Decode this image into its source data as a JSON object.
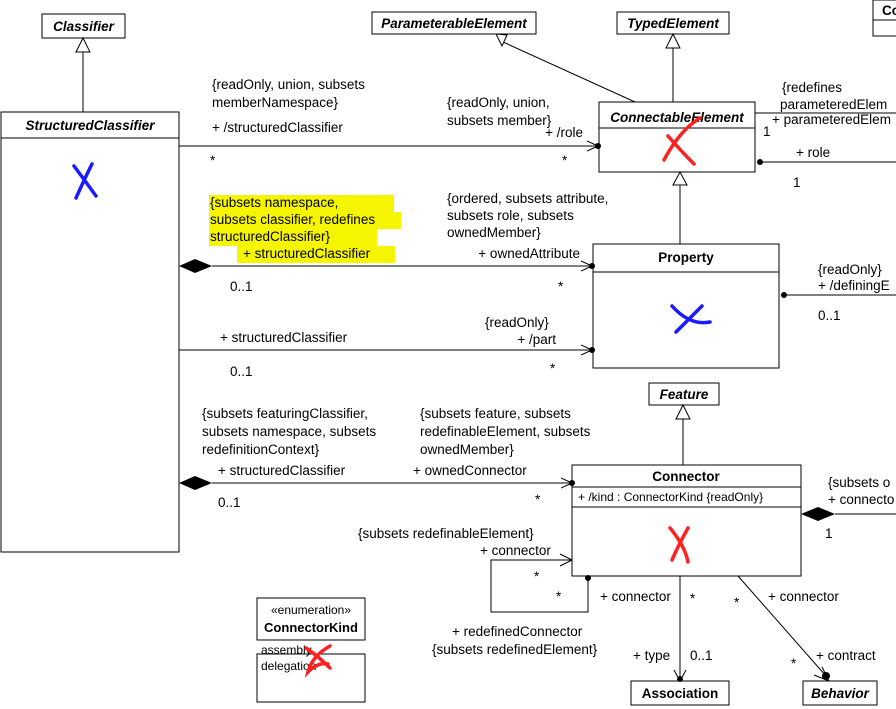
{
  "classes": {
    "classifier": "Classifier",
    "parameterable_element": "ParameterableElement",
    "typed_element": "TypedElement",
    "connectable_element": "ConnectableElement",
    "structured_classifier": "StructuredClassifier",
    "property": "Property",
    "feature": "Feature",
    "connector": "Connector",
    "connector_attr": "+ /kind : ConnectorKind {readOnly}",
    "association": "Association",
    "behavior": "Behavior",
    "partial_top_right": "Co"
  },
  "enumeration": {
    "stereotype": "«enumeration»",
    "name": "ConnectorKind",
    "literals": [
      "assembly",
      "delegation"
    ]
  },
  "labels": {
    "a1_constraint": [
      "{readOnly, union, subsets",
      "memberNamespace}"
    ],
    "a1_end": "+ /structuredClassifier",
    "a1_mult_left": "*",
    "a2_constraint": [
      "{readOnly, union,",
      "subsets member}"
    ],
    "a2_end": "+ /role",
    "a2_mult": "*",
    "a3_constraint": [
      "{subsets namespace,",
      "subsets classifier, redefines",
      "structuredClassifier}"
    ],
    "a3_end": "+ structuredClassifier",
    "a3_mult": "0..1",
    "a4_constraint": [
      "{ordered, subsets attribute,",
      "subsets role, subsets",
      "ownedMember}"
    ],
    "a4_end": "+ ownedAttribute",
    "a4_mult": "*",
    "a5_end": "+ structuredClassifier",
    "a5_mult": "0..1",
    "a6_constraint": "{readOnly}",
    "a6_end": "+ /part",
    "a6_mult": "*",
    "a7_constraint": [
      "{subsets featuringClassifier,",
      "subsets namespace, subsets",
      "redefinitionContext}"
    ],
    "a7_end": "+ structuredClassifier",
    "a7_mult": "0..1",
    "a8_constraint": [
      "{subsets feature, subsets",
      "redefinableElement, subsets",
      "ownedMember}"
    ],
    "a8_end": "+ ownedConnector",
    "a8_mult": "*",
    "tr_constraint": [
      "{redefines",
      "parameteredElem",
      "+ parameteredElem"
    ],
    "tr_mult": "1",
    "role_end": "+ role",
    "role_mult": "1",
    "defining_constraint": "{readOnly}",
    "defining_end": "+ /definingE",
    "defining_mult": "0..1",
    "conn_right_constraint": "{subsets o",
    "conn_right_end": "+ connecto",
    "conn_right_mult": "1",
    "self_constraint": "{subsets redefinableElement}",
    "self_end": "+ connector",
    "self_mult_top": "*",
    "self_mult_bottom": "*",
    "self_other_end": "+ connector",
    "redefined_end": "+ redefinedConnector",
    "redefined_constraint": "{subsets redefinedElement}",
    "type_end": "+ type",
    "type_mult": "0..1",
    "type_mult_star": "*",
    "contract_conn_mult": "*",
    "contract_conn_end": "+ connector",
    "contract_end": "+ contract",
    "contract_mult": "*"
  },
  "colors": {
    "highlight": "#f5f500",
    "red_mark": "#ff2020",
    "blue_mark": "#1a1aff"
  }
}
